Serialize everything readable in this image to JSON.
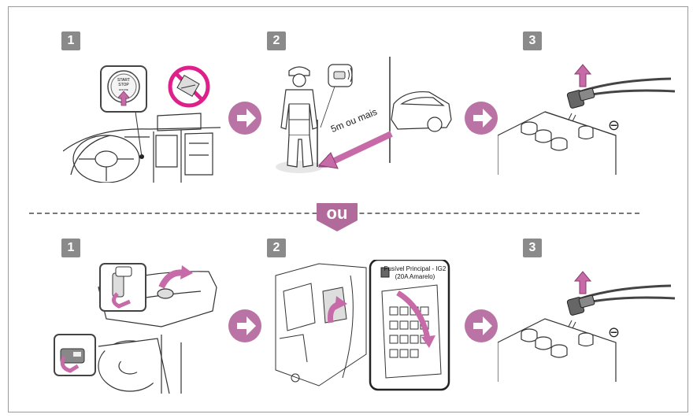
{
  "steps": {
    "top": [
      "1",
      "2",
      "3"
    ],
    "bottom": [
      "1",
      "2",
      "3"
    ]
  },
  "separator_label": "ou",
  "distance_label": "5m ou mais",
  "start_button": {
    "line1": "START",
    "line2": "STOP",
    "line3": "ENGINE"
  },
  "fuse_label": {
    "line1": "Fusível Principal - IG2",
    "line2": "(20A Amarelo)"
  },
  "negative_symbol": "⊖",
  "colors": {
    "accent": "#c76aa8",
    "accent_dark": "#a34c86",
    "arrow": "#b974a5",
    "badge": "#8a8a8a",
    "forbidden": "#e0208a"
  }
}
